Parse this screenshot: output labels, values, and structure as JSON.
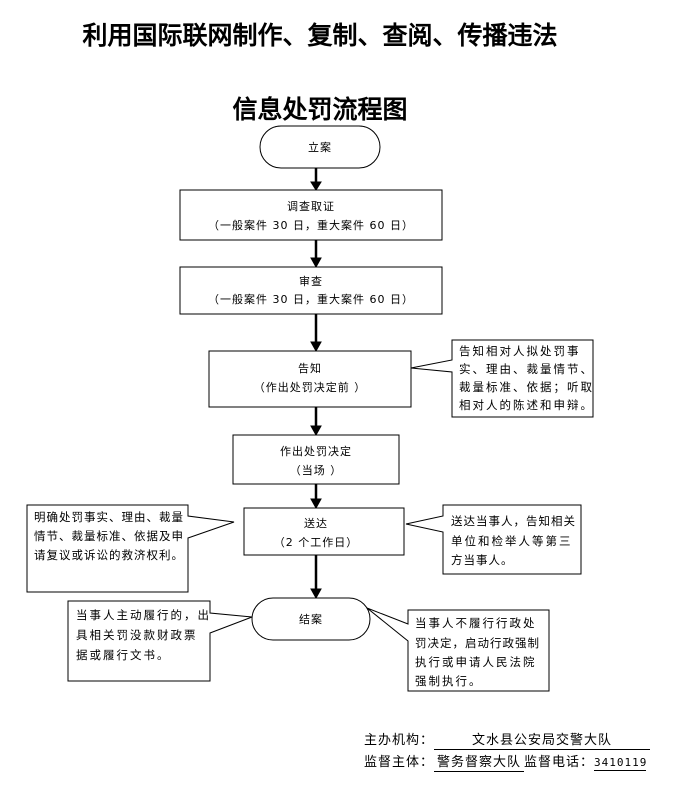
{
  "document": {
    "title_line1": "利用国际联网制作、复制、查阅、传播违法",
    "title_line2": "信息处罚流程图"
  },
  "flow": {
    "steps": [
      {
        "id": "start",
        "shape": "terminal",
        "label": "立案",
        "sub": ""
      },
      {
        "id": "investigate",
        "shape": "process",
        "label": "调查取证",
        "sub": "（一般案件 30 日，重大案件 60 日）"
      },
      {
        "id": "review",
        "shape": "process",
        "label": "审查",
        "sub": "（一般案件 30 日，重大案件 60 日）"
      },
      {
        "id": "notify",
        "shape": "process",
        "label": "告知",
        "sub": "（作出处罚决定前 ）"
      },
      {
        "id": "decision",
        "shape": "process",
        "label": "作出处罚决定",
        "sub": "（当场 ）"
      },
      {
        "id": "deliver",
        "shape": "process",
        "label": "送达",
        "sub": "（2 个工作日）"
      },
      {
        "id": "close",
        "shape": "terminal",
        "label": "结案",
        "sub": ""
      }
    ],
    "callouts": [
      {
        "id": "notify-note",
        "attached_to": "notify",
        "side": "right",
        "lines": [
          "告知相对人拟处罚事",
          "实、理由、裁量情节、",
          "裁量标准、依据；听取",
          "相对人的陈述和申辩。"
        ]
      },
      {
        "id": "deliver-note-left",
        "attached_to": "deliver",
        "side": "left",
        "lines": [
          "明确处罚事实、理由、裁量",
          "情节、裁量标准、依据及申",
          "请复议或诉讼的救济权利。"
        ]
      },
      {
        "id": "deliver-note-right",
        "attached_to": "deliver",
        "side": "right",
        "lines": [
          "送达当事人，告知相关",
          "单位和检举人等第三",
          "方当事人。"
        ]
      },
      {
        "id": "close-note-left",
        "attached_to": "close",
        "side": "left",
        "lines": [
          "当事人主动履行的，出",
          "具相关罚没款财政票",
          "据或履行文书。"
        ]
      },
      {
        "id": "close-note-right",
        "attached_to": "close",
        "side": "right",
        "lines": [
          "当事人不履行行政处",
          "罚决定，启动行政强制",
          "执行或申请人民法院",
          "强制执行。"
        ]
      }
    ]
  },
  "footer": {
    "organizer_label": "主办机构：",
    "organizer_value": "文水县公安局交警大队",
    "supervisor_label": "监督主体：",
    "supervisor_value": "警务督察大队",
    "phone_label": "监督电话：",
    "phone_value": "3410119"
  }
}
